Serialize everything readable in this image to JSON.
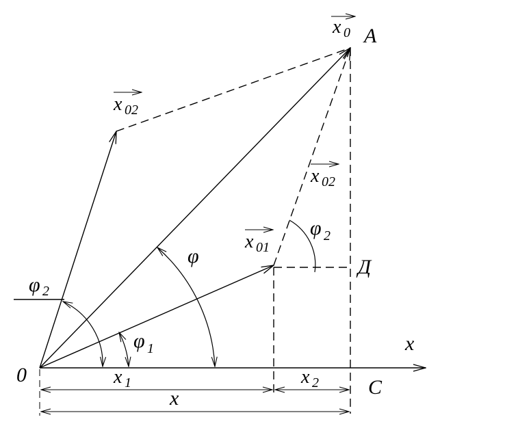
{
  "labels": {
    "point_o": "0",
    "point_a": "A",
    "point_c": "C",
    "point_d": "Д",
    "axis_x": "x",
    "vec_x0": "x",
    "vec_x0_sub": "0",
    "vec_x02_left": "x",
    "vec_x02_left_sub": "02",
    "vec_x02_right": "x",
    "vec_x02_right_sub": "02",
    "vec_x01": "x",
    "vec_x01_sub": "01",
    "angle_phi": "φ",
    "angle_phi1": "φ",
    "angle_phi1_sub": "1",
    "angle_phi2_left": "φ",
    "angle_phi2_left_sub": "2",
    "angle_phi2_right": "φ",
    "angle_phi2_right_sub": "2",
    "seg_x1": "x",
    "seg_x1_sub": "1",
    "seg_x2": "x",
    "seg_x2_sub": "2",
    "dim_x": "x"
  }
}
